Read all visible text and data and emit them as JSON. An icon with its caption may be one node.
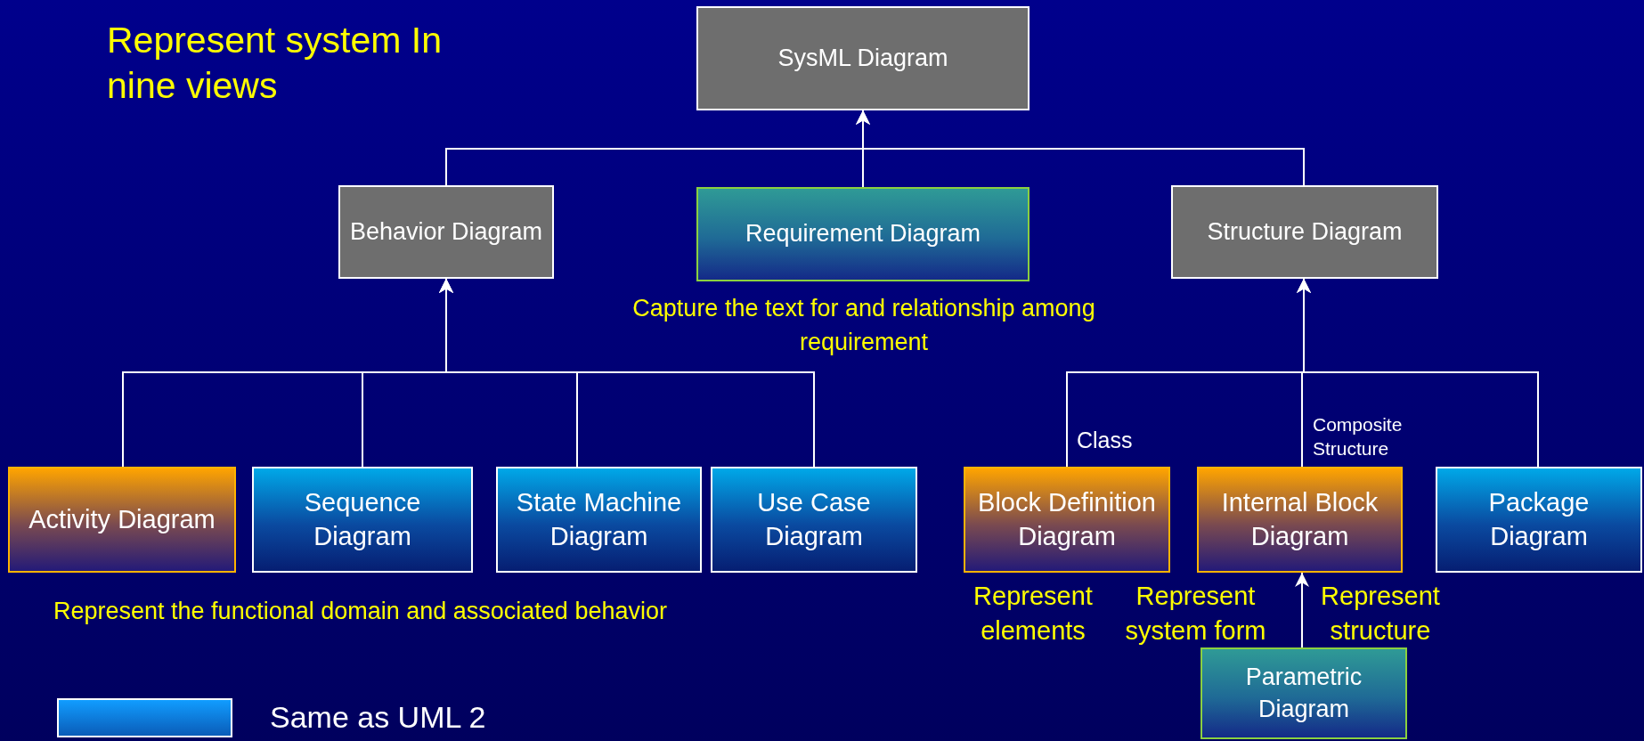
{
  "diagram": {
    "title": "Represent system In nine views",
    "nodes": [
      {
        "text": [
          "SysML Diagram"
        ]
      },
      {
        "text": [
          "Behavior Diagram"
        ]
      },
      {
        "text": [
          "Requirement Diagram"
        ],
        "beside": [
          "Capture the text for and relationship among requirement"
        ]
      },
      {
        "text": [
          "Structure Diagram"
        ]
      },
      {
        "text": [
          "Activity Diagram"
        ]
      },
      {
        "text": [
          "Sequence Diagram"
        ]
      },
      {
        "text": [
          "State Machine Diagram"
        ]
      },
      {
        "text": [
          "Use Case Diagram"
        ]
      },
      {
        "text": [
          "Block Definition Diagram"
        ]
      },
      {
        "text": [
          "Internal Block Diagram"
        ]
      },
      {
        "text": [
          "Package Diagram"
        ]
      },
      {
        "text": [
          "Parametric Diagram"
        ]
      }
    ],
    "edges": [
      {
        "from": 1,
        "to": 0,
        "arrow": "to"
      },
      {
        "from": 2,
        "to": 0,
        "arrow": "to"
      },
      {
        "from": 3,
        "to": 0,
        "arrow": "to"
      },
      {
        "from": 4,
        "to": 1,
        "arrow": "to"
      },
      {
        "from": 5,
        "to": 1,
        "arrow": "to"
      },
      {
        "from": 6,
        "to": 1,
        "arrow": "to"
      },
      {
        "from": 7,
        "to": 1,
        "arrow": "to"
      },
      {
        "from": 8,
        "to": 3,
        "arrow": "to",
        "label": "Class"
      },
      {
        "from": 9,
        "to": 3,
        "arrow": "to",
        "label": "Composite Structure"
      },
      {
        "from": 10,
        "to": 3,
        "arrow": "to"
      },
      {
        "from": 11,
        "to": 9,
        "arrow": "to"
      }
    ],
    "labels": [
      "Represent the functional domain and associated behavior",
      "Represent elements",
      "Represent system form",
      "Represent structure"
    ],
    "legend": [
      {
        "text": "Same as UML 2",
        "color": "#0a5cb8"
      }
    ]
  }
}
